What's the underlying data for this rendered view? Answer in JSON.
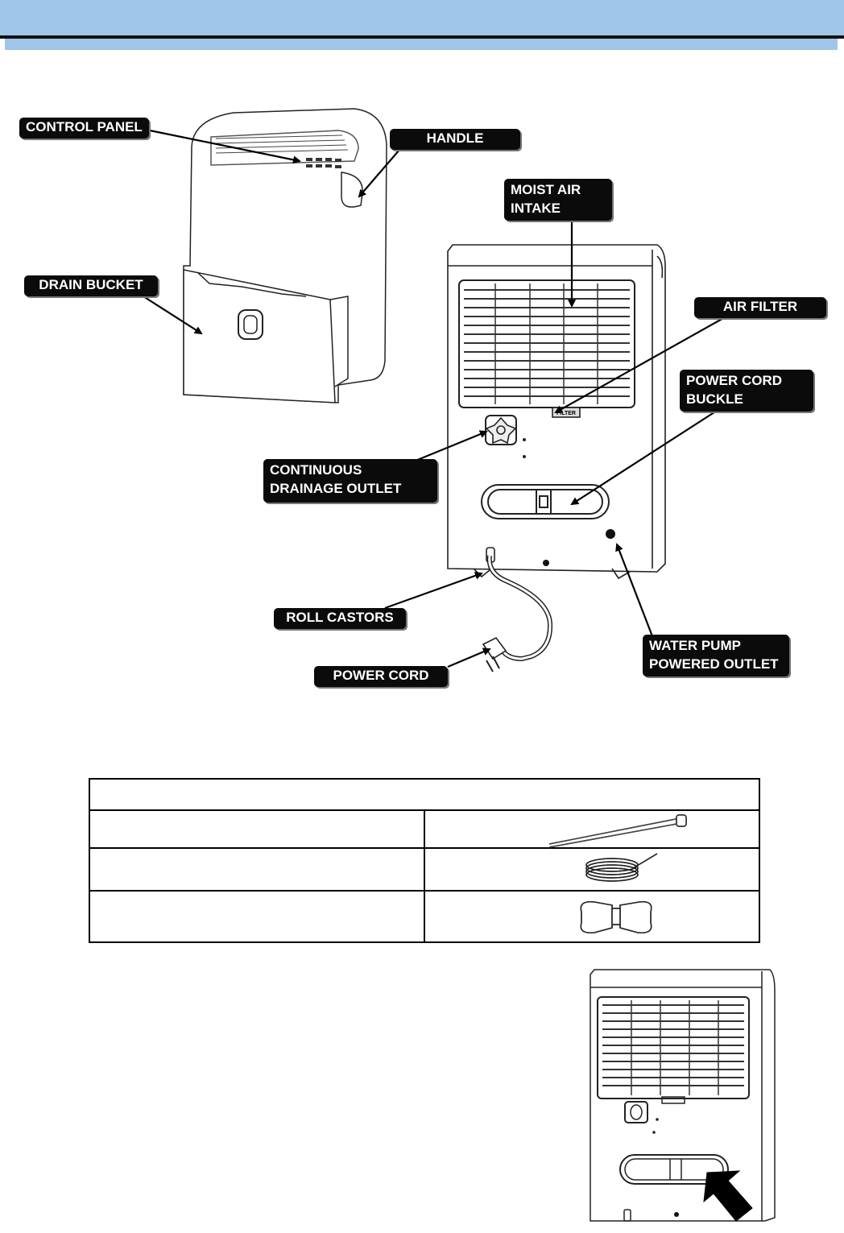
{
  "callouts": {
    "control_panel": "CONTROL PANEL",
    "handle": "HANDLE",
    "moist_air_intake_line1": "MOIST AIR",
    "moist_air_intake_line2": "INTAKE",
    "drain_bucket": "DRAIN BUCKET",
    "air_filter": "AIR FILTER",
    "power_cord_buckle_line1": "POWER CORD",
    "power_cord_buckle_line2": "BUCKLE",
    "continuous_drainage_line1": "CONTINUOUS",
    "continuous_drainage_line2": "DRAINAGE OUTLET",
    "roll_castors": "ROLL CASTORS",
    "water_pump_line1": "WATER PUMP",
    "water_pump_line2": "POWERED OUTLET",
    "power_cord": "POWER CORD"
  },
  "device_labels": {
    "filter_tab": "FILTER"
  },
  "colors": {
    "header_band": "#9fc5e8",
    "callout_bg": "#0b0b0b",
    "callout_text": "#ffffff"
  },
  "accessories_table": {
    "rows": [
      {
        "item_icon": "drain-hose-icon"
      },
      {
        "item_icon": "coiled-tube-icon"
      },
      {
        "item_icon": "power-cord-buckle-icon"
      }
    ]
  }
}
